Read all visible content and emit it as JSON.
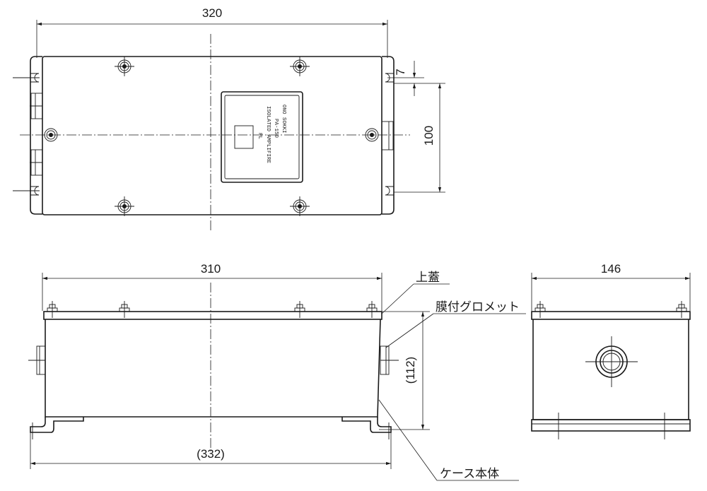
{
  "dimensions": {
    "top_width": "320",
    "slot_offset": "7",
    "slot_pitch": "100",
    "front_bolt_span": "310",
    "front_height": "(112)",
    "front_overall": "(332)",
    "side_width": "146"
  },
  "callouts": {
    "top_cover": "上蓋",
    "grommet": "膜付グロメット",
    "case_body": "ケース本体"
  },
  "nameplate": {
    "maker": "ONO SOKKI",
    "model": "PA-150",
    "product": "ISOLATED AMPLIFIRE",
    "indicator": "PL"
  }
}
